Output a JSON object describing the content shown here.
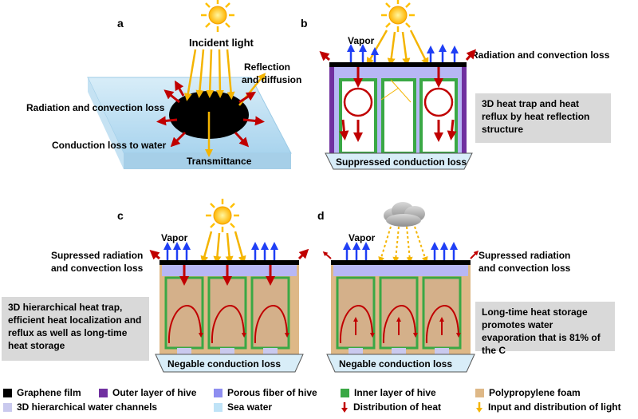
{
  "panels": {
    "a": {
      "label": "a",
      "incident_light": "Incident light",
      "reflection_line1": "Reflection",
      "reflection_line2": "and diffusion",
      "radiation_loss": "Radiation  and convection loss",
      "conduction_loss": "Conduction loss to water",
      "transmittance": "Transmittance"
    },
    "b": {
      "label": "b",
      "vapor": "Vapor",
      "radiation_loss": "Radiation and convection loss",
      "suppressed_conduction": "Suppressed conduction loss",
      "callout": "3D heat trap and heat reflux by heat reflection structure"
    },
    "c": {
      "label": "c",
      "vapor": "Vapor",
      "radiation_line1": "Supressed radiation",
      "radiation_line2": "and convection loss",
      "conduction": "Negable conduction loss",
      "callout": "3D hierarchical heat trap, efficient heat localization and reflux as well as long-time heat storage"
    },
    "d": {
      "label": "d",
      "vapor": "Vapor",
      "radiation_line1": "Supressed radiation",
      "radiation_line2": "and convection loss",
      "conduction": "Negable conduction loss",
      "callout": "Long-time heat storage promotes water evaporation that is 81% of the C"
    }
  },
  "legend": [
    {
      "id": "graphene",
      "label": "Graphene film",
      "color": "#000000"
    },
    {
      "id": "outer",
      "label": "Outer layer of hive",
      "color": "#7030a0"
    },
    {
      "id": "porous",
      "label": "Porous fiber of hive",
      "color": "#8e8ef0"
    },
    {
      "id": "inner",
      "label": "Inner layer of hive",
      "color": "#3aa845"
    },
    {
      "id": "foam",
      "label": "Polypropylene foam",
      "color": "#deb887"
    },
    {
      "id": "channels",
      "label": "3D hierarchical water channels",
      "color": "#c9c9ee"
    },
    {
      "id": "seawater",
      "label": "Sea water",
      "color": "#bfe3f7"
    },
    {
      "id": "heat",
      "label": "Distribution of heat",
      "color": "#c00000"
    },
    {
      "id": "light",
      "label": "Input and distribution of light",
      "color": "#f4b400"
    }
  ],
  "colors": {
    "sun": "#ffcc00",
    "light": "#f4b400",
    "vapor": "#1f3ff5",
    "heat": "#c00000",
    "callout_bg": "#d9d9d9",
    "cloud": "#a6a6a6"
  }
}
